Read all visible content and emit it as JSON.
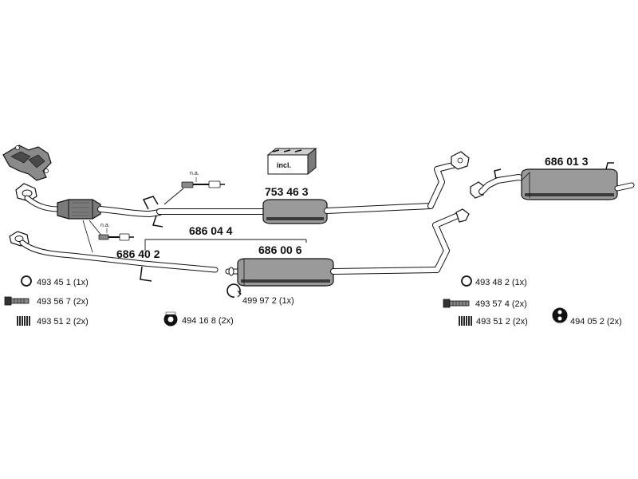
{
  "colors": {
    "ink": "#111111",
    "pipe_fill": "#ffffff",
    "muffler_fill": "#9a9a9a",
    "muffler_dark": "#3a3a3a",
    "background": "#ffffff"
  },
  "parts": {
    "p753463": "753 46 3",
    "p686044": "686 04 4",
    "p686402": "686 40 2",
    "p686006": "686 00 6",
    "p686013": "686 01 3"
  },
  "sensor_notes": {
    "upper": "n.a.",
    "lower": "n.a."
  },
  "kit_box": {
    "label": "incl."
  },
  "legend": {
    "left": [
      {
        "icon": "gasket-ring-icon",
        "text": "493 45 1 (1x)"
      },
      {
        "icon": "bolt-icon",
        "text": "493 56 7 (2x)"
      },
      {
        "icon": "spring-icon",
        "text": "493 51 2 (2x)"
      }
    ],
    "middle": [
      {
        "icon": "clamp-ring-icon",
        "text": "499 97 2 (1x)"
      },
      {
        "icon": "rubber-mount-icon",
        "text": "494 16 8 (2x)"
      }
    ],
    "right": [
      {
        "icon": "gasket-ring-icon",
        "text": "493 48 2 (1x)"
      },
      {
        "icon": "bolt-icon",
        "text": "493 57 4 (2x)"
      },
      {
        "icon": "spring-icon",
        "text": "493 51 2 (2x)"
      },
      {
        "icon": "rubber-mount-icon",
        "text": "494 05 2 (2x)"
      }
    ]
  }
}
